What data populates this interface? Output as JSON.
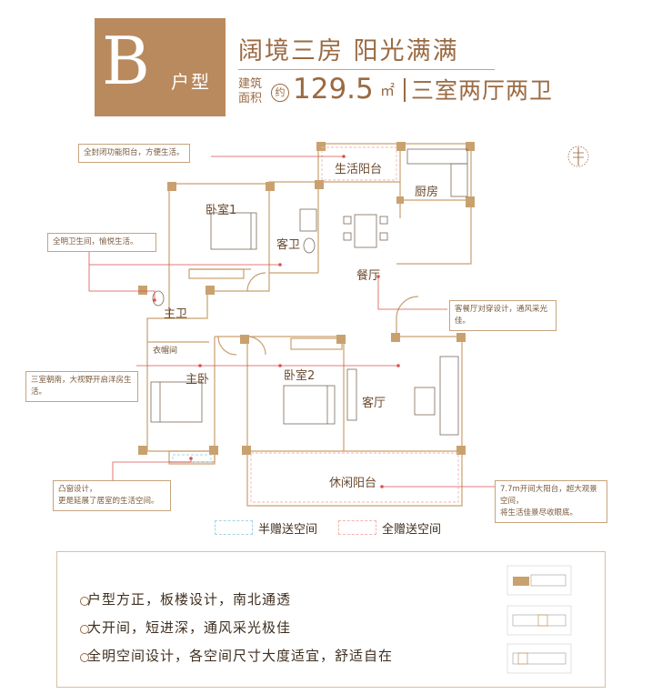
{
  "header": {
    "unit_letter": "B",
    "unit_type": "户型",
    "headline": "阔境三房 阳光满满",
    "area_label": "建筑面积",
    "area_prefix": "约",
    "area_value": "129.5",
    "area_unit": "㎡",
    "room_config": "三室两厅两卫"
  },
  "rooms": {
    "balcony_living": "生活阳台",
    "kitchen": "厨房",
    "bedroom1": "卧室1",
    "guest_bath": "客卫",
    "dining": "餐厅",
    "master_bath": "主卫",
    "closet": "衣帽间",
    "master_bedroom": "主卧",
    "bedroom2": "卧室2",
    "living": "客厅",
    "leisure_balcony": "休闲阳台"
  },
  "notes": {
    "n1": "全封闭功能阳台，方便生活。",
    "n2": "全明卫生间，愉悦生活。",
    "n3": "客餐厅对穿设计，通风采光佳。",
    "n4": "三室朝南，大视野开启洋房生活。",
    "n5a": "凸窗设计，",
    "n5b": "更是延展了居室的生活空间。",
    "n6a": "7.7m开间大阳台，超大观景空间，",
    "n6b": "将生活佳景尽收眼底。"
  },
  "legend": {
    "half": "半赠送空间",
    "full": "全赠送空间"
  },
  "features": [
    "户型方正，板楼设计，南北通透",
    "大开间，短进深，通风采光极佳",
    "全明空间设计，各空间尺寸大度适宜，舒适自在"
  ],
  "colors": {
    "accent": "#b98a5e",
    "wall": "#c9a16f",
    "callout": "#d9534f"
  }
}
